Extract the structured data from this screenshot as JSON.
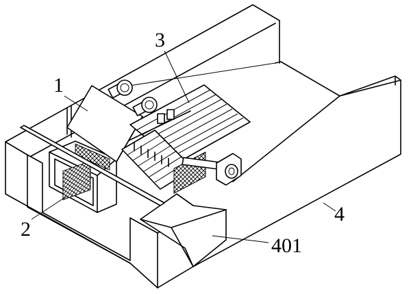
{
  "labels": {
    "l1": "1",
    "l2": "2",
    "l3": "3",
    "l4": "4",
    "l401": "401"
  }
}
